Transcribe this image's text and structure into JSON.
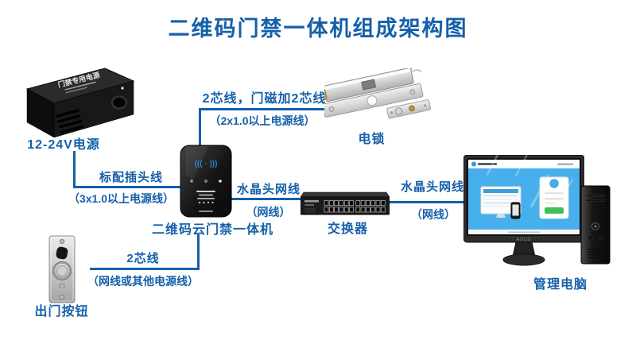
{
  "title": "二维码门禁一体机组成架构图",
  "colors": {
    "accent": "#1560aa",
    "background": "#ffffff",
    "screen_blue": "#47b0ec",
    "login_button_green": "#3fbf5a"
  },
  "nodes": {
    "power": {
      "label": "12-24V电源",
      "box_text": "门禁专用电源",
      "icon": "power-supply-box"
    },
    "controller": {
      "label": "二维码云门禁一体机",
      "icon": "qr-access-controller"
    },
    "lock": {
      "label": "电锁",
      "icon": "electric-bolt-lock"
    },
    "switch": {
      "label": "交换器",
      "icon": "network-switch"
    },
    "manager_pc": {
      "label": "管理电脑",
      "monitor_brand": "ASUS",
      "icon": "desktop-computer"
    },
    "exit_button": {
      "label": "出门按钮",
      "icon": "door-exit-button"
    }
  },
  "connections": {
    "power_to_controller": {
      "name": "标配插头线",
      "spec": "（3x1.0以上电源线）"
    },
    "controller_to_lock": {
      "name": "2芯线，门磁加2芯线",
      "spec": "（2x1.0以上电源线）"
    },
    "controller_to_switch": {
      "name": "水晶头网线",
      "spec": "（网线）"
    },
    "switch_to_pc": {
      "name": "水晶头网线",
      "spec": "（网线）"
    },
    "exit_to_controller": {
      "name": "2芯线",
      "spec": "（网线或其他电源线）"
    }
  }
}
